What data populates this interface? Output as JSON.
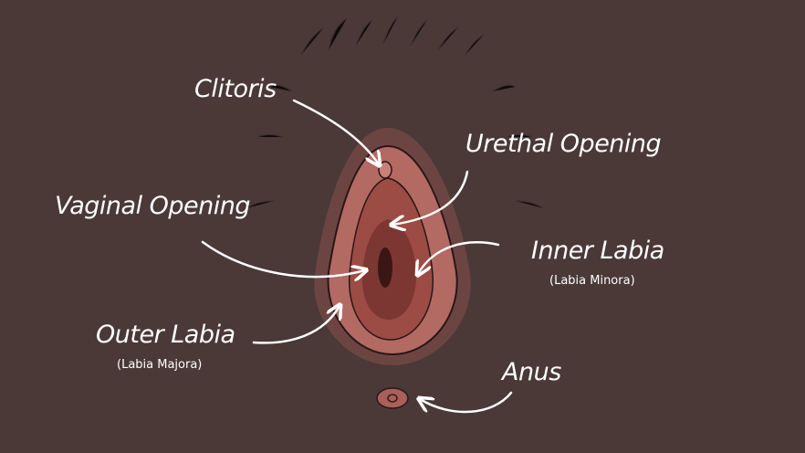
{
  "labels": {
    "clitoris": "Clitoris",
    "urethral_opening": "Urethal Opening",
    "vaginal_opening": "Vaginal Opening",
    "inner_labia": "Inner Labia",
    "inner_labia_sub": "(Labia Minora)",
    "outer_labia": "Outer Labia",
    "outer_labia_sub": "(Labia Majora)",
    "anus": "Anus"
  },
  "colors": {
    "background": "#4a3937",
    "text": "#ffffff",
    "outer_glow": "#7a4a47",
    "outer_labia": "#b26a63",
    "inner_labia": "#9c4b45",
    "opening": "#3a1714"
  }
}
